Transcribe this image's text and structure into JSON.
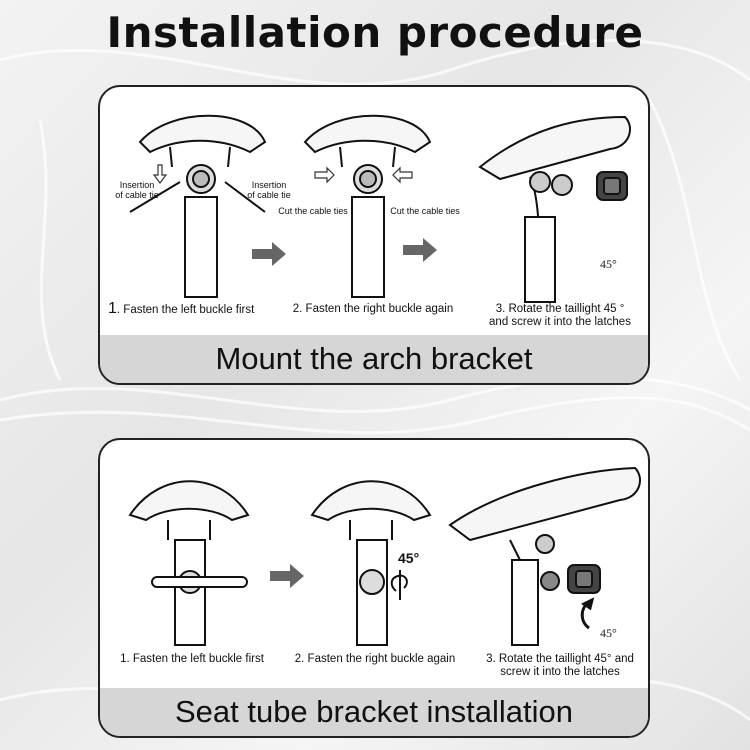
{
  "title": "Installation procedure",
  "panels": [
    {
      "footer": "Mount the arch bracket",
      "steps": [
        {
          "num": "1",
          "text": ". Fasten the left buckle first"
        },
        {
          "text": "2. Fasten the right buckle again"
        },
        {
          "line1": "3. Rotate the taillight 45 °",
          "line2": "and screw it into the latches"
        }
      ],
      "notes": {
        "insertion_left": "Insertion\nof cable tie",
        "insertion_right": "Insertion\nof cable tie",
        "cut_left": "Cut the cable ties",
        "cut_right": "Cut the cable ties"
      },
      "angle": "45°",
      "icons": [
        "arrow-right-icon",
        "arrow-down-icon",
        "arrow-left-icon"
      ]
    },
    {
      "footer": "Seat tube bracket installation",
      "steps": [
        {
          "text": "1. Fasten the left buckle first"
        },
        {
          "text": "2. Fasten the right buckle again"
        },
        {
          "line1": "3. Rotate the taillight 45° and",
          "line2": "screw it into the latches"
        }
      ],
      "angle_bold": "45°",
      "angle_small": "45°",
      "icons": [
        "arrow-right-icon",
        "rotate-icon",
        "rotate-arrow-icon"
      ]
    }
  ]
}
